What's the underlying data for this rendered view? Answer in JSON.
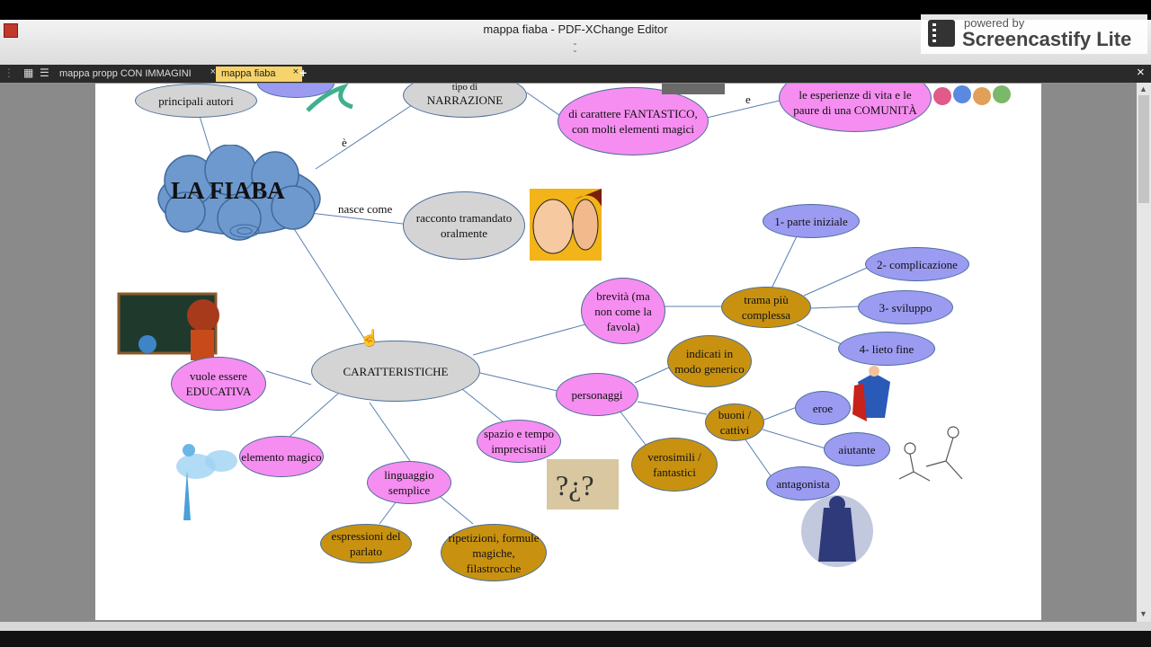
{
  "window": {
    "title": "mappa fiaba - PDF-XChange Editor"
  },
  "overlay": {
    "powered_by": "powered by",
    "brand": "Screencastify Lite"
  },
  "tabs": [
    {
      "label": "mappa propp CON IMMAGINI",
      "close": "×"
    },
    {
      "label": "mappa fiaba",
      "close": "×"
    }
  ],
  "toolbar": {
    "new_tab": "+",
    "close_all": "×"
  },
  "map": {
    "title": "LA FIABA",
    "nodes": {
      "autori": "principali autori",
      "narrazione": "NARRAZIONE",
      "narrazione_top": "tipo di",
      "fantastico": "di carattere FANTASTICO, con molti elementi magici",
      "esperienze": "le esperienze di vita e le paure di una COMUNITÀ",
      "racconto": "racconto tramandato oralmente",
      "caratteristiche": "CARATTERISTICHE",
      "brevita": "brevità (ma non come la favola)",
      "trama": "trama più complessa",
      "parte1": "1- parte iniziale",
      "parte2": "2- complicazione",
      "parte3": "3- sviluppo",
      "parte4": "4- lieto fine",
      "personaggi": "personaggi",
      "indicati": "indicati in modo generico",
      "buoni": "buoni / cattivi",
      "eroe": "eroe",
      "aiutante": "aiutante",
      "antagonista": "antagonista",
      "verosimili": "verosimili / fantastici",
      "spazio": "spazio e  tempo imprecisatii",
      "educativa": "vuole essere EDUCATIVA",
      "magico": "elemento magico",
      "linguaggio": "linguaggio semplice",
      "espressioni": "espressioni del parlato",
      "ripetizioni": "ripetizioni, formule magiche, filastrocche"
    },
    "labels": {
      "e_verb": "è",
      "e_conj": "e",
      "nasce": "nasce come"
    }
  }
}
